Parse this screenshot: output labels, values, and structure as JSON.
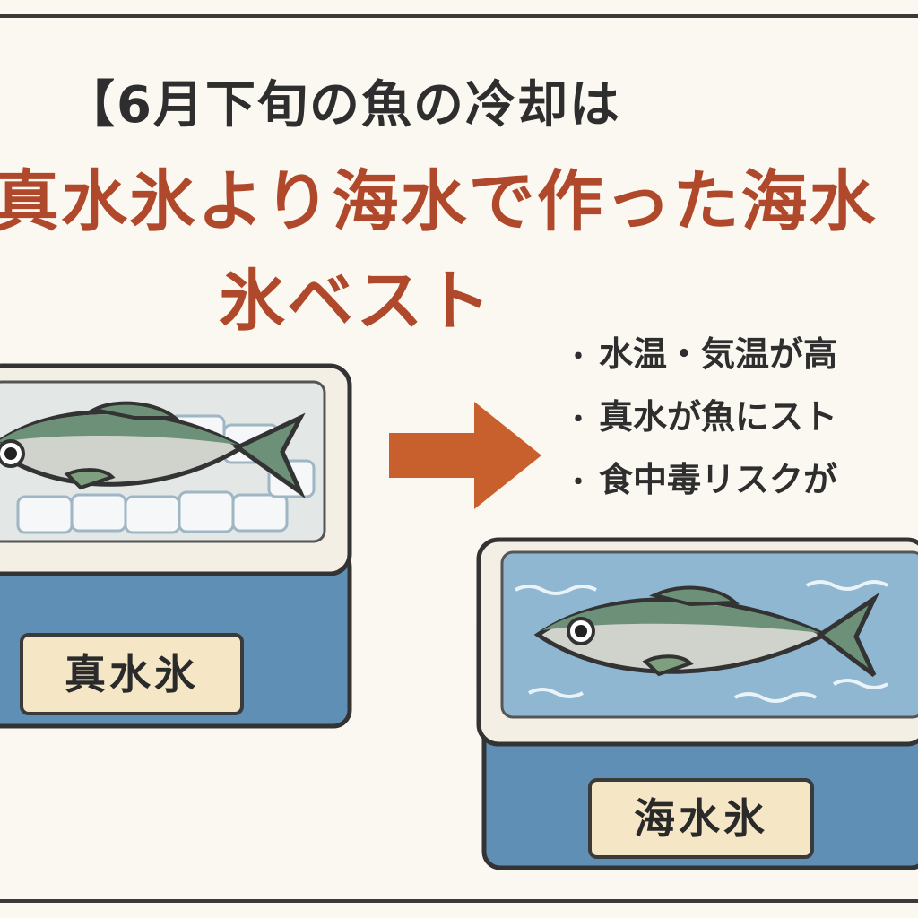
{
  "headline": "【6月下旬の魚の冷却は",
  "subline": "真水氷より海水で作った海水",
  "subline2": "氷ベスト",
  "bullets": [
    "水温・気温が高",
    "真水が魚にスト",
    "食中毒リスクが"
  ],
  "bullet_marker": "・",
  "left_box_label": "真水氷",
  "right_box_label": "海水氷",
  "colors": {
    "accent": "#b0492b",
    "arrow": "#c8602d",
    "cooler_body": "#5f8fb5",
    "label_bg": "#f5e6c6",
    "fish_back": "#6c9178"
  },
  "icons": [
    "right-arrow-icon",
    "fish-icon",
    "ice-cube-icon",
    "water-icon"
  ]
}
